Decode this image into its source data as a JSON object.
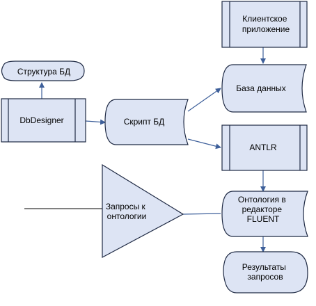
{
  "colors": {
    "fill": "#dde4f4",
    "stroke": "#1f2a44",
    "arrow": "#3d5f9a",
    "line": "#000000"
  },
  "nodes": {
    "struktura_bd": {
      "label": "Структура БД",
      "shape": "display"
    },
    "dbdesigner": {
      "label": "DbDesigner",
      "shape": "predefined-process"
    },
    "skript_bd": {
      "label": "Скрипт БД",
      "shape": "stored-data"
    },
    "klientskoe_prilozhenie": {
      "lines": [
        "Клиентское",
        "приложение"
      ],
      "shape": "predefined-process"
    },
    "baza_dannyh": {
      "label": "База данных",
      "shape": "stored-data"
    },
    "antlr": {
      "label": "ANTLR",
      "shape": "predefined-process"
    },
    "zaprosy_k_ontologii": {
      "lines": [
        "Запросы к",
        "онтологии"
      ],
      "shape": "triangle"
    },
    "ontologiya_fluent": {
      "lines": [
        "Онтология в",
        "редакторе",
        "FLUENT"
      ],
      "shape": "stored-data"
    },
    "rezultaty_zaprosov": {
      "lines": [
        "Результаты",
        "запросов"
      ],
      "shape": "display"
    }
  },
  "connections": [
    {
      "from": "dbdesigner",
      "to": "struktura_bd"
    },
    {
      "from": "dbdesigner",
      "to": "skript_bd"
    },
    {
      "from": "skript_bd",
      "to": "baza_dannyh"
    },
    {
      "from": "skript_bd",
      "to": "antlr"
    },
    {
      "from": "klientskoe_prilozhenie",
      "to": "baza_dannyh"
    },
    {
      "from": "antlr",
      "to": "ontologiya_fluent"
    },
    {
      "from": "zaprosy_k_ontologii",
      "to": "ontologiya_fluent"
    },
    {
      "from": "ontologiya_fluent",
      "to": "rezultaty_zaprosov"
    }
  ]
}
